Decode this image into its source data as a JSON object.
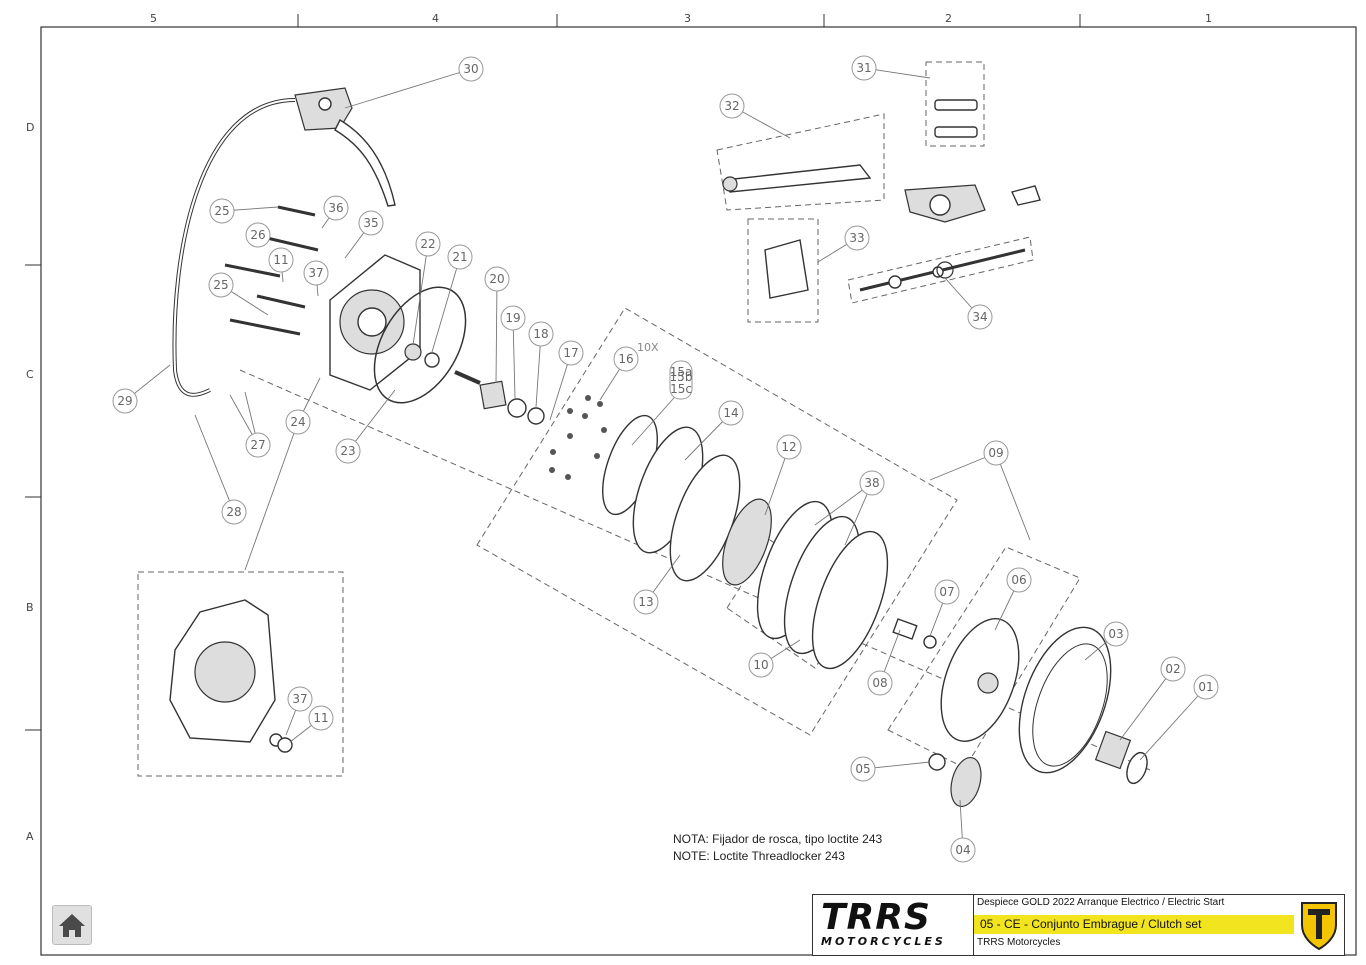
{
  "grid": {
    "columns": [
      "5",
      "4",
      "3",
      "2",
      "1"
    ],
    "rows": [
      "D",
      "C",
      "B",
      "A"
    ]
  },
  "callouts": [
    "01",
    "02",
    "03",
    "04",
    "05",
    "06",
    "07",
    "08",
    "09",
    "10",
    "11",
    "12",
    "13",
    "14",
    "15a",
    "15b",
    "15c",
    "16",
    "17",
    "18",
    "19",
    "20",
    "21",
    "22",
    "23",
    "24",
    "25",
    "26",
    "27",
    "28",
    "29",
    "30",
    "31",
    "32",
    "33",
    "34",
    "35",
    "36",
    "37",
    "38"
  ],
  "quantity_note": "10X",
  "note": {
    "line1": "NOTA:  Fijador de rosca, tipo loctite 243",
    "line2": "NOTE: Loctite Threadlocker 243"
  },
  "title_block": {
    "brand": "TRRS",
    "brand_sub": "MOTORCYCLES",
    "line1": "Despiece GOLD 2022 Arranque Electrico / Electric Start",
    "line2": "05 - CE - Conjunto Embrague / Clutch set",
    "line3": "TRRS Motorcycles"
  },
  "colors": {
    "highlight": "#f2e520",
    "emblem": "#f2c500"
  },
  "icons": {
    "home": "home-icon",
    "emblem": "trrs-shield-icon"
  }
}
